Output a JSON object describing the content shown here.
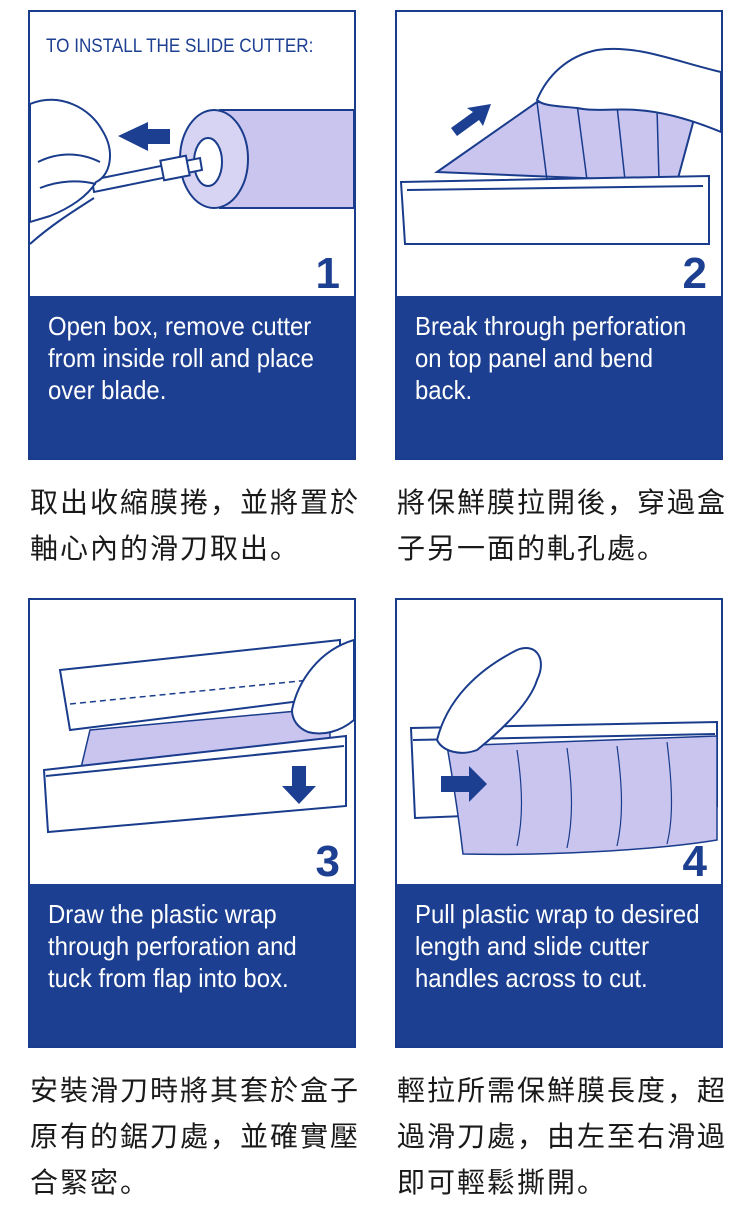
{
  "header": {
    "title": "TO INSTALL THE SLIDE CUTTER:"
  },
  "steps": [
    {
      "number": "1",
      "caption": "Open box, remove cutter from inside roll and place over blade.",
      "zh": "取出收縮膜捲，並將置於軸心內的滑刀取出。"
    },
    {
      "number": "2",
      "caption": "Break through perforation on top panel and bend back.",
      "zh": "將保鮮膜拉開後，穿過盒子另一面的軋孔處。"
    },
    {
      "number": "3",
      "caption": "Draw the plastic wrap through perforation and tuck from flap into box.",
      "zh": "安裝滑刀時將其套於盒子原有的鋸刀處，並確實壓合緊密。"
    },
    {
      "number": "4",
      "caption": "Pull plastic wrap to desired length and slide cutter handles across to cut.",
      "zh": "輕拉所需保鮮膜長度，超過滑刀處，由左至右滑過即可輕鬆撕開。"
    }
  ],
  "colors": {
    "brand_blue": "#1c3f91",
    "film_lavender": "#c9c5ef",
    "outline": "#1a3c8c"
  }
}
